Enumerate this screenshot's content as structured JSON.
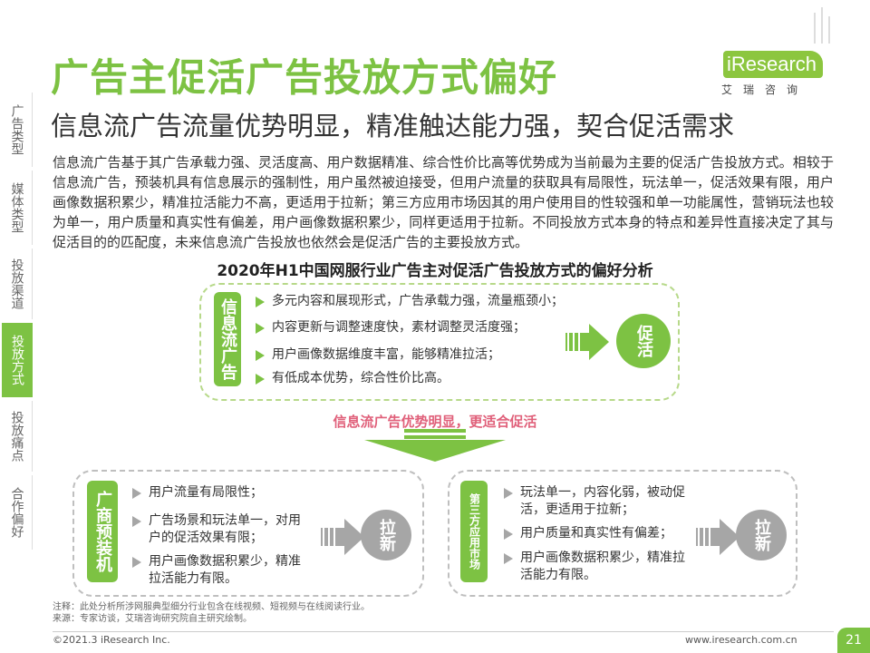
{
  "header": {
    "title": "广告主促活广告投放方式偏好",
    "subtitle": "信息流广告流量优势明显，精准触达能力强，契合促活需求",
    "logo_main": "iResearch",
    "logo_sub": "艾瑞咨询"
  },
  "sidenav": [
    {
      "label": "广告类型",
      "active": false
    },
    {
      "label": "媒体类型",
      "active": false
    },
    {
      "label": "投放渠道",
      "active": false
    },
    {
      "label": "投放方式",
      "active": true
    },
    {
      "label": "投放痛点",
      "active": false
    },
    {
      "label": "合作偏好",
      "active": false
    }
  ],
  "body_text": "信息流广告基于其广告承载力强、灵活度高、用户数据精准、综合性价比高等优势成为当前最为主要的促活广告投放方式。相较于信息流广告，预装机具有信息展示的强制性，用户虽然被迫接受，但用户流量的获取具有局限性，玩法单一，促活效果有限，用户画像数据积累少，精准拉活能力不高，更适用于拉新；第三方应用市场因其的用户使用目的性较强和单一功能属性，营销玩法也较为单一，用户质量和真实性有偏差，用户画像数据积累少，同样更适用于拉新。不同投放方式本身的特点和差异性直接决定了其与促活目的的匹配度，未来信息流广告投放也依然会是促活广告的主要投放方式。",
  "diagram": {
    "title": "2020年H1中国网服行业广告主对促活广告投放方式的偏好分析",
    "top_box": {
      "label": "信息流广告",
      "bullets": [
        "多元内容和展现形式，广告承载力强，流量瓶颈小；",
        "内容更新与调整速度快，素材调整灵活度强；",
        "用户画像数据维度丰富，能够精准拉活；",
        "有低成本优势，综合性价比高。"
      ],
      "result": "促活"
    },
    "emphasis": "信息流广告优势明显，更适合促活",
    "left_box": {
      "label": "广商预装机",
      "bullets": [
        "用户流量有局限性；",
        "广告场景和玩法单一，对用户的促活效果有限；",
        "用户画像数据积累少，精准拉活能力有限。"
      ],
      "result": "拉新"
    },
    "right_box": {
      "label": "第三方应用市场",
      "bullets": [
        "玩法单一，内容化弱，被动促活，更适用于拉新；",
        "用户质量和真实性有偏差；",
        "用户画像数据积累少，精准拉活能力有限。"
      ],
      "result": "拉新"
    }
  },
  "notes": {
    "note": "注释：此处分析所涉网服典型细分行业包含在线视频、短视频与在线阅读行业。",
    "source": "来源：专家访谈，艾瑞咨询研究院自主研究绘制。"
  },
  "footer": {
    "copyright": "©2021.3 iResearch Inc.",
    "website": "www.iresearch.com.cn",
    "page": "21"
  },
  "colors": {
    "accent_green": "#7dc243",
    "emphasis_pink": "#e0607a",
    "gray": "#a6a6a6"
  }
}
